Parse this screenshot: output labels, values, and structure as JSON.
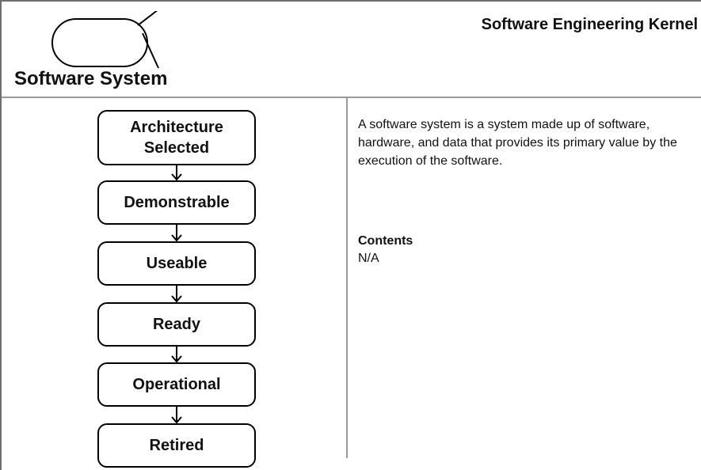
{
  "header": {
    "system_title": "Software System",
    "kernel_title": "Software Engineering Kernel",
    "logo_icon": "software-system-alpha-icon"
  },
  "states": [
    {
      "label": "Architecture\nSelected"
    },
    {
      "label": "Demonstrable"
    },
    {
      "label": "Useable"
    },
    {
      "label": "Ready"
    },
    {
      "label": "Operational"
    },
    {
      "label": "Retired"
    }
  ],
  "description": {
    "text": "A software system is a system made up of software, hardware, and data that provides its primary value by the execution of the software.",
    "contents_heading": "Contents",
    "contents_value": "N/A"
  }
}
